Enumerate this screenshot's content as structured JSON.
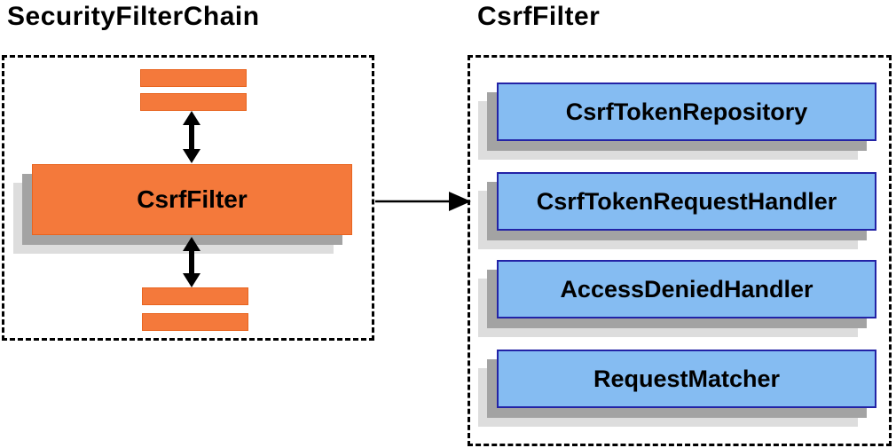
{
  "titles": {
    "left": "SecurityFilterChain",
    "right": "CsrfFilter"
  },
  "left_panel": {
    "filter_label": "CsrfFilter"
  },
  "right_panel": {
    "components": [
      {
        "label": "CsrfTokenRepository"
      },
      {
        "label": "CsrfTokenRequestHandler"
      },
      {
        "label": "AccessDeniedHandler"
      },
      {
        "label": "RequestMatcher"
      }
    ]
  },
  "icons": {
    "vertical_arrows": "double-headed-arrow",
    "horizontal_arrow": "right-arrow"
  },
  "colors": {
    "orange": "#f4793b",
    "orange_border": "#e8641f",
    "blue": "#85bcf2",
    "blue_border": "#2323a6",
    "shadow_mid": "#a3a3a3",
    "shadow_light": "#dddddd",
    "line": "#000000"
  }
}
